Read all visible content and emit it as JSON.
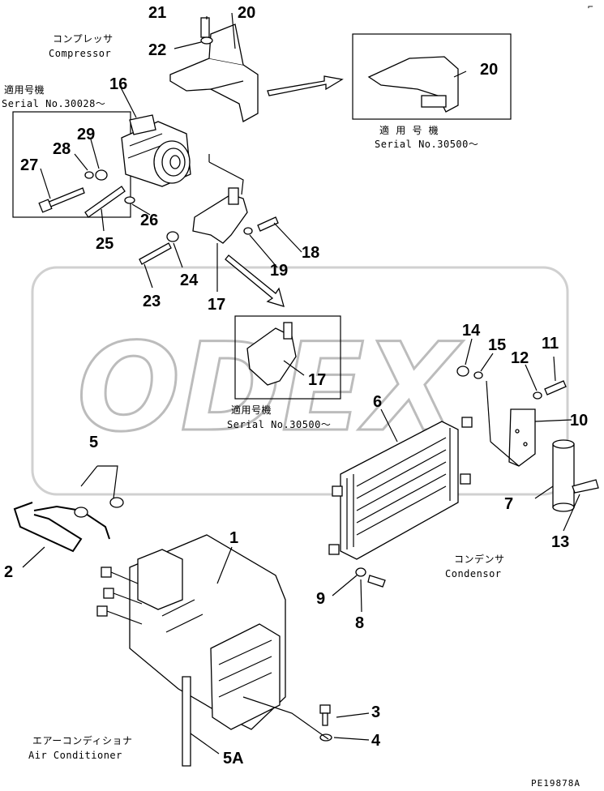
{
  "watermark": "ODEX",
  "corner_mark": "⌐",
  "page_code": "PE19878A",
  "labels": {
    "compressor_jp": "コンプレッサ",
    "compressor_en": "Compressor",
    "serial1_jp": "適用号機",
    "serial1_en": "Serial No.30028～",
    "serial2_jp": "適 用 号 機",
    "serial2_en": "Serial No.30500～",
    "serial3_jp": "適用号機",
    "serial3_en": "Serial No.30500～",
    "condenser_jp": "コンデンサ",
    "condenser_en": "Condensor",
    "aircon_jp": "エアーコンディショナ",
    "aircon_en": "Air Conditioner"
  },
  "callouts": {
    "n1": "1",
    "n2": "2",
    "n3": "3",
    "n4": "4",
    "n5": "5",
    "n5a": "5A",
    "n6": "6",
    "n7": "7",
    "n8": "8",
    "n9": "9",
    "n10": "10",
    "n11": "11",
    "n12": "12",
    "n13": "13",
    "n14": "14",
    "n15": "15",
    "n16": "16",
    "n17a": "17",
    "n17b": "17",
    "n18": "18",
    "n19": "19",
    "n20a": "20",
    "n20b": "20",
    "n21": "21",
    "n22": "22",
    "n23": "23",
    "n24": "24",
    "n25": "25",
    "n26": "26",
    "n27": "27",
    "n28": "28",
    "n29": "29"
  }
}
